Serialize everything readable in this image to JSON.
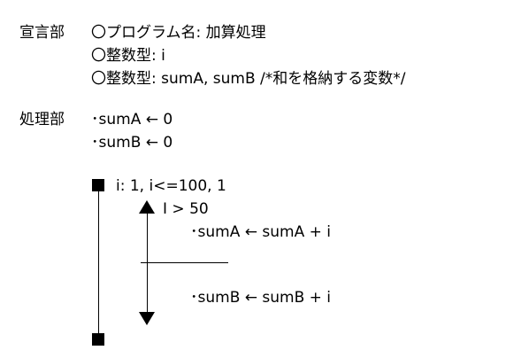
{
  "declaration": {
    "heading": "宣言部",
    "lines": [
      "〇プログラム名: 加算処理",
      "〇整数型: i",
      "〇整数型: sumA, sumB /*和を格納する変数*/"
    ]
  },
  "processing": {
    "heading": "処理部",
    "init_lines": [
      "･sumA ←  0",
      "･sumB ←  0"
    ],
    "loop": {
      "header": "i:  1, i<=100, 1",
      "condition": "I > 50",
      "true_branch": "･sumA ← sumA + i",
      "false_branch": "･sumB ← sumB + i"
    }
  },
  "colors": {
    "ink": "#000000",
    "background": "#ffffff"
  }
}
